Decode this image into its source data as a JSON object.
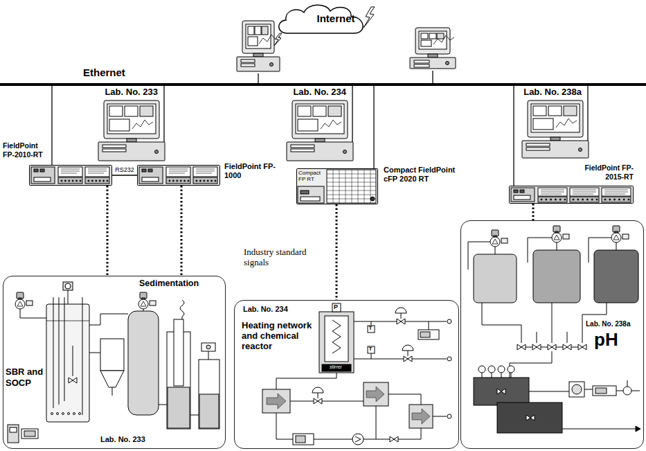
{
  "diagram": {
    "nodes": [
      {
        "text": [
          "Internet"
        ]
      },
      {
        "text": [
          "Ethernet"
        ]
      },
      {
        "text": [
          "Lab. No. 233"
        ]
      },
      {
        "text": [
          "Lab. No. 234"
        ]
      },
      {
        "text": [
          "Lab. No. 238a"
        ]
      },
      {
        "text": [
          "FieldPoint FP-2010-RT"
        ]
      },
      {
        "text": [
          "FieldPoint FP-1000"
        ]
      },
      {
        "text": [
          "Compact FP RT",
          "Compact FieldPoint cFP 2020 RT"
        ]
      },
      {
        "text": [
          "FieldPoint FP-2015-RT"
        ]
      },
      {
        "text": [
          "SBR and SOCP",
          "Sedimentation",
          "Lab. No. 233"
        ]
      },
      {
        "text": [
          "Lab. No. 234",
          "Heating network and chemical reactor"
        ]
      },
      {
        "text": [
          "Lab. No. 238a",
          "pH"
        ]
      }
    ],
    "edges": [
      {
        "from": 2,
        "to": 1,
        "arrow": "none"
      },
      {
        "from": 5,
        "to": 1,
        "arrow": "none"
      },
      {
        "from": 3,
        "to": 1,
        "arrow": "none"
      },
      {
        "from": 7,
        "to": 1,
        "arrow": "none"
      },
      {
        "from": 4,
        "to": 1,
        "arrow": "none"
      },
      {
        "from": 8,
        "to": 1,
        "arrow": "none"
      },
      {
        "from": 5,
        "to": 6,
        "label": "RS232",
        "arrow": "none"
      },
      {
        "from": 5,
        "to": 9,
        "arrow": "none"
      },
      {
        "from": 6,
        "to": 9,
        "arrow": "none"
      },
      {
        "from": 7,
        "to": 10,
        "arrow": "none"
      },
      {
        "from": 8,
        "to": 11,
        "arrow": "none"
      }
    ],
    "labels": [
      "Industry standard signals",
      "P",
      "stirrer",
      "T",
      "T"
    ]
  }
}
